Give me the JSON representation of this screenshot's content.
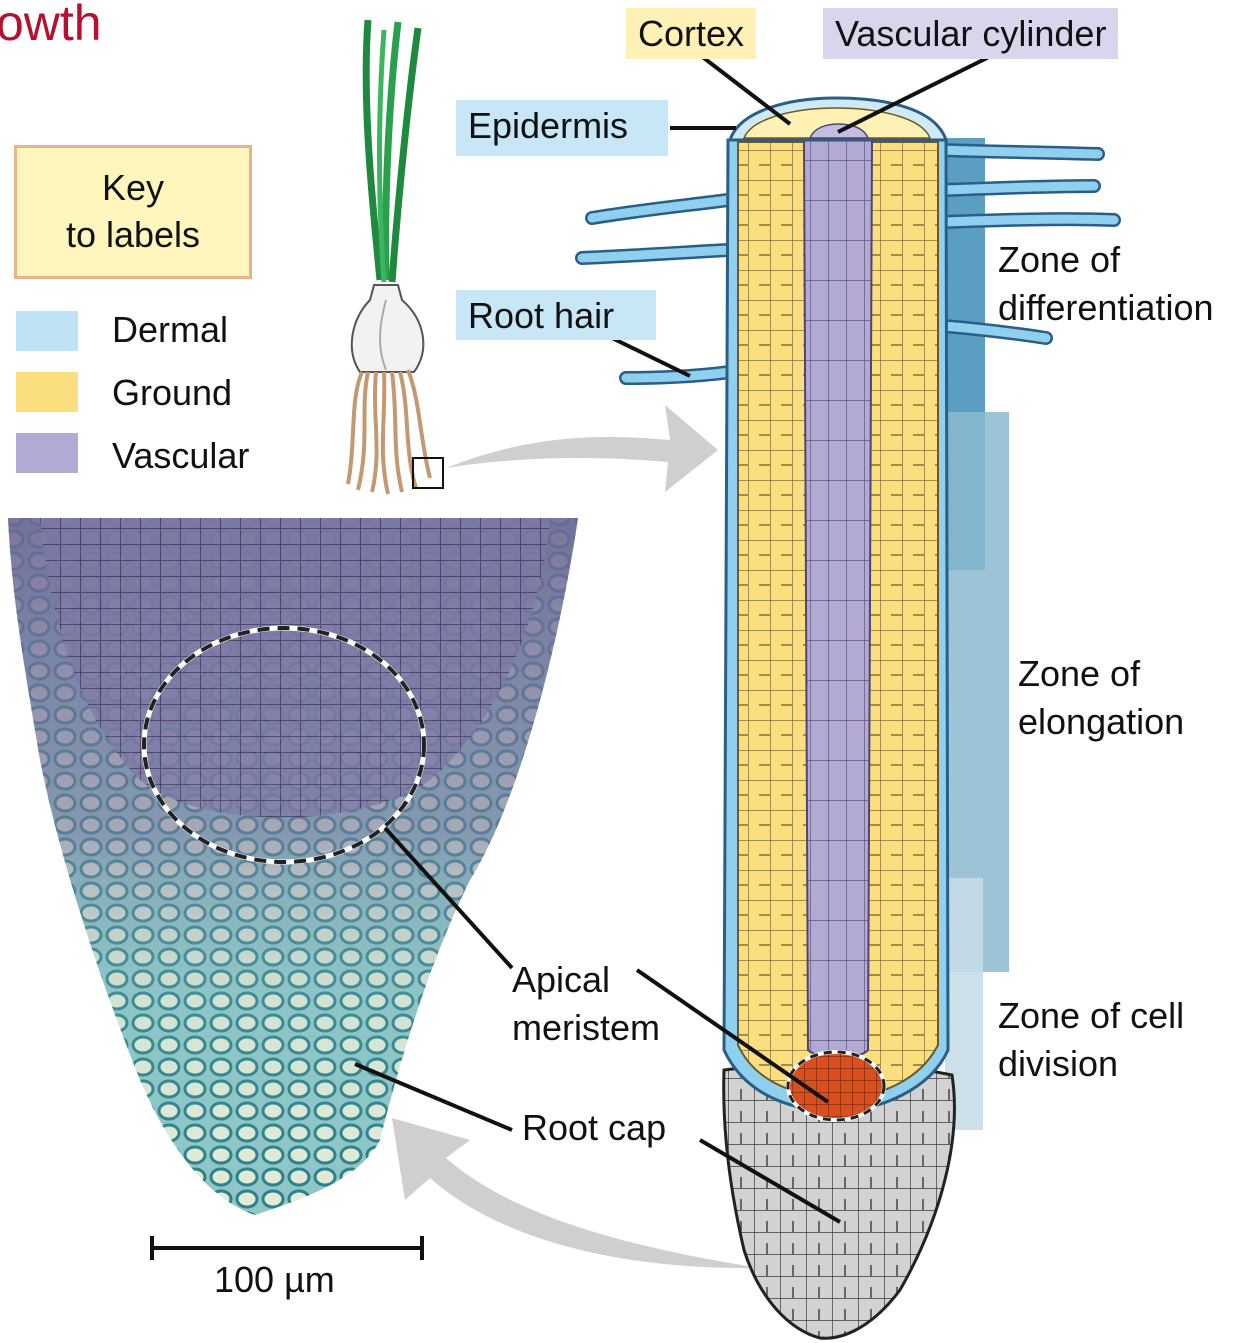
{
  "title": "owth",
  "key": {
    "title_line1": "Key",
    "title_line2": "to labels",
    "items": [
      {
        "label": "Dermal",
        "color": "#bfe3f4"
      },
      {
        "label": "Ground",
        "color": "#fbde7e"
      },
      {
        "label": "Vascular",
        "color": "#b3aad4"
      }
    ]
  },
  "labels": {
    "cortex": "Cortex",
    "vascular_cylinder": "Vascular cylinder",
    "epidermis": "Epidermis",
    "root_hair": "Root hair",
    "zone_differentiation_1": "Zone of",
    "zone_differentiation_2": "differentiation",
    "zone_elongation_1": "Zone of",
    "zone_elongation_2": "elongation",
    "zone_division_1": "Zone of cell",
    "zone_division_2": "division",
    "apical_meristem_1": "Apical",
    "apical_meristem_2": "meristem",
    "root_cap": "Root cap",
    "scale_bar": "100 µm"
  },
  "colors": {
    "dermal": "#bfe3f4",
    "ground": "#fbde7e",
    "vascular": "#b3aad4",
    "meristem": "#d9501e",
    "root_cap": "#cfcfcf",
    "title": "#b5112f"
  }
}
